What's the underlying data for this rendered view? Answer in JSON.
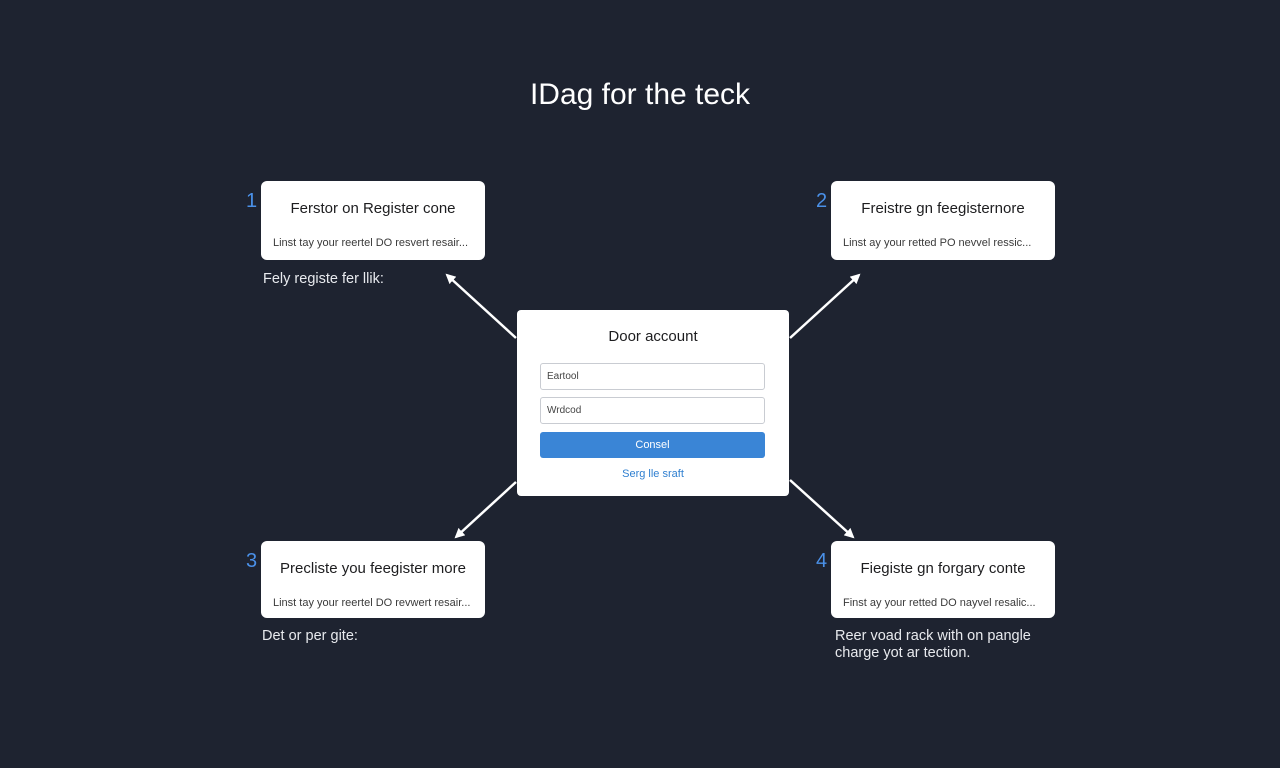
{
  "title": "IDag for the teck",
  "login": {
    "title": "Door account",
    "field1": "Eartool",
    "field2": "Wrdcod",
    "button": "Consel",
    "link": "Serg lle sraft"
  },
  "steps": [
    {
      "number": "1",
      "title": "Ferstor on Register cone",
      "desc": "Linst tay your reertel DO resvert resair...",
      "note": "Fely registe fer llik:"
    },
    {
      "number": "2",
      "title": "Freistre gn feegisternore",
      "desc": "Linst ay your retted PO nevvel ressic...",
      "note": ""
    },
    {
      "number": "3",
      "title": "Precliste you feegister more",
      "desc": "Linst tay your reertel DO revwert resair...",
      "note": "Det or per gite:"
    },
    {
      "number": "4",
      "title": "Fiegiste gn forgary conte",
      "desc": "Finst ay your retted DO nayvel resalic...",
      "note": "Reer voad rack with on pangle charge yot ar tection."
    }
  ],
  "colors": {
    "background": "#1e2330",
    "accent": "#4a90e8",
    "button": "#3a85d6",
    "card": "#ffffff"
  }
}
